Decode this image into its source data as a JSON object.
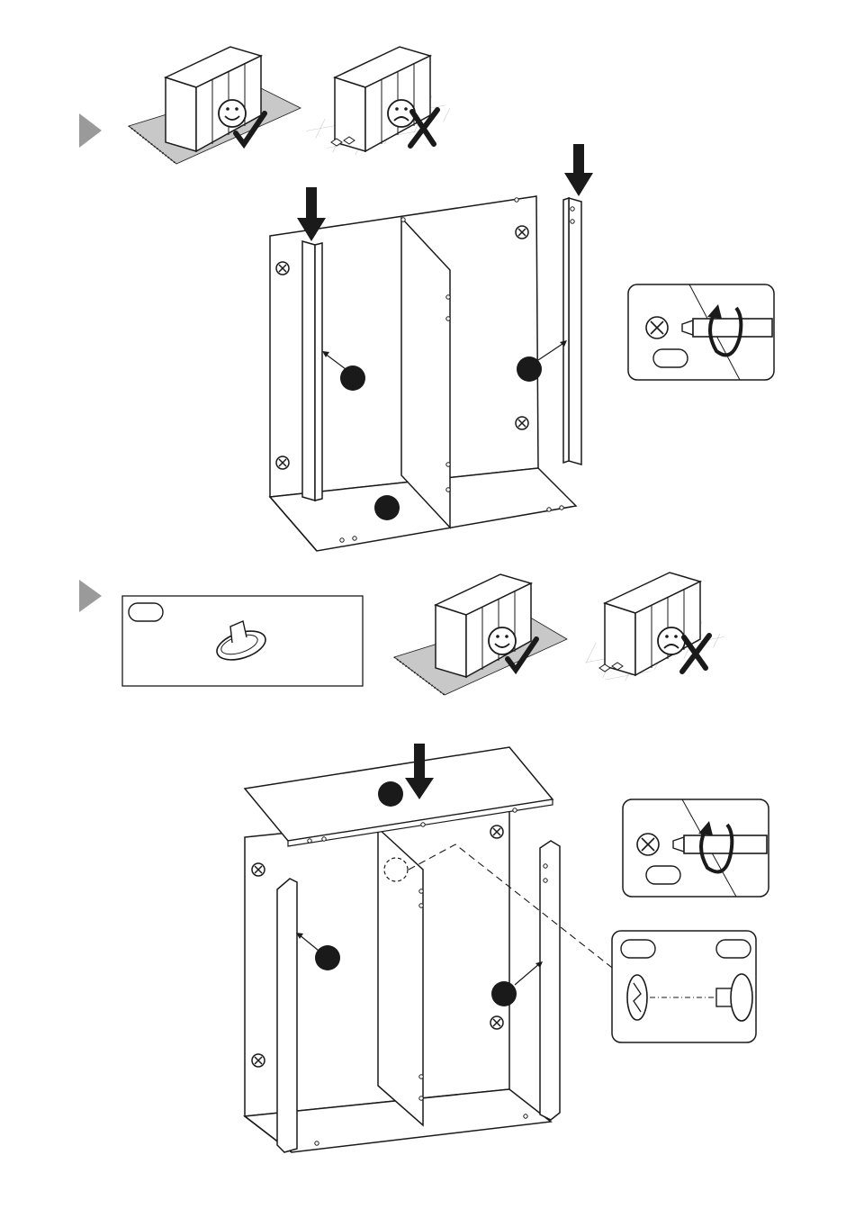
{
  "colors": {
    "ink": "#1a1a1a",
    "floor_mat": "#c8c8c8",
    "step_marker": "#9a9a9a",
    "callout_badge": "#1a1a1a",
    "grid_line": "#bdbdbd"
  },
  "steps": [
    {
      "marker": "step-triangle",
      "orientation": {
        "correct": {
          "face": "happy-face-icon",
          "mark": "check-icon",
          "surface": "floor-mat"
        },
        "wrong": {
          "face": "sad-face-icon",
          "mark": "cross-icon",
          "surface": "tiled-floor"
        }
      },
      "drop_arrows": 2,
      "callouts": [
        "part-badge",
        "part-badge",
        "part-badge"
      ],
      "detail_inset": {
        "icons": [
          "cam-lock-icon",
          "screwdriver-icon",
          "rotate-clockwise-icon"
        ],
        "label_tags": 1
      }
    },
    {
      "marker": "step-triangle",
      "parts_box": {
        "icons": [
          "cam-bolt-icon"
        ],
        "label_tags": 1
      },
      "orientation": {
        "correct": {
          "face": "happy-face-icon",
          "mark": "check-icon",
          "surface": "floor-mat"
        },
        "wrong": {
          "face": "sad-face-icon",
          "mark": "cross-icon",
          "surface": "tiled-floor"
        }
      },
      "drop_arrows": 1,
      "callouts": [
        "part-badge",
        "part-badge",
        "part-badge"
      ],
      "detail_insets": [
        {
          "icons": [
            "cam-lock-icon",
            "screwdriver-icon",
            "rotate-clockwise-icon"
          ],
          "label_tags": 1
        },
        {
          "icons": [
            "cam-socket-icon",
            "cam-bolt-icon"
          ],
          "label_tags": 2
        }
      ]
    }
  ]
}
